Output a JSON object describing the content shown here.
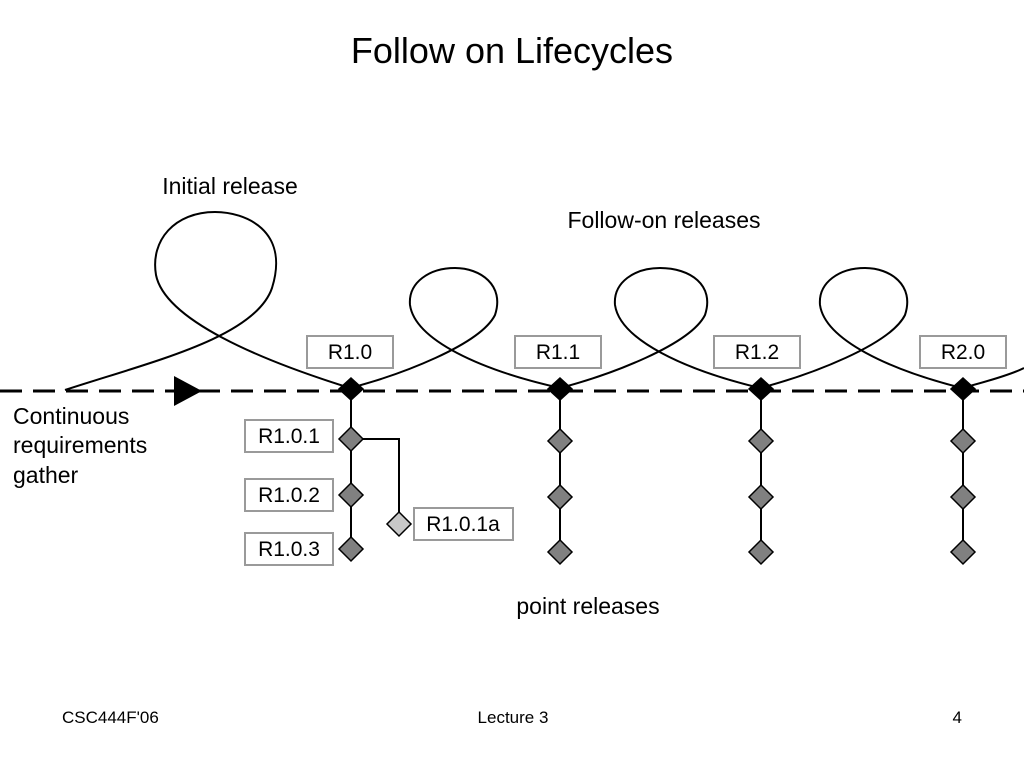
{
  "title": "Follow on Lifecycles",
  "labels": {
    "initial_release": "Initial release",
    "follow_on_releases": "Follow-on releases",
    "continuous_line1": "Continuous",
    "continuous_line2": "requirements",
    "continuous_line3": "gather",
    "point_releases": "point releases"
  },
  "releases": [
    "R1.0",
    "R1.1",
    "R1.2",
    "R2.0"
  ],
  "point_releases": [
    "R1.0.1",
    "R1.0.2",
    "R1.0.3"
  ],
  "branch_release": "R1.0.1a",
  "footer": {
    "course": "CSC444F'06",
    "lecture": "Lecture 3",
    "page": "4"
  }
}
